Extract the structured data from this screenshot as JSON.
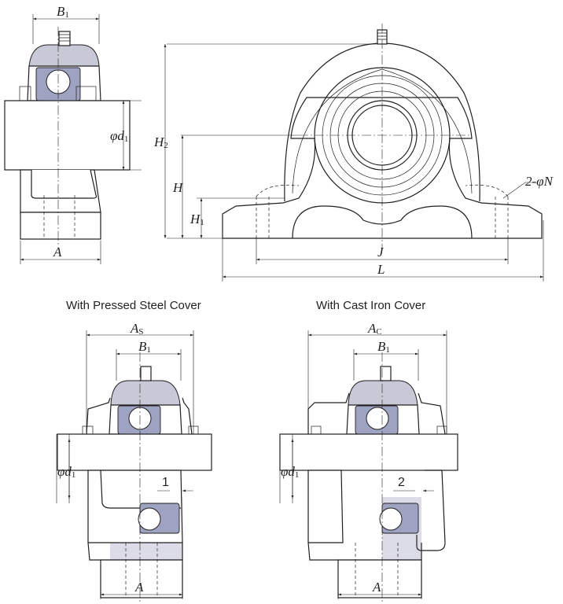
{
  "captions": {
    "pressed_steel": "With Pressed Steel Cover",
    "cast_iron": "With Cast Iron Cover"
  },
  "labels": {
    "B1": "B",
    "B1_sub": "1",
    "A": "A",
    "phi_d1": "φd",
    "phi_d1_sub": "1",
    "H2": "H",
    "H2_sub": "2",
    "H": "H",
    "H1": "H",
    "H1_sub": "1",
    "J": "J",
    "L": "L",
    "N": "2-φN",
    "As": "A",
    "As_sub": "S",
    "Ac": "A",
    "Ac_sub": "C",
    "gap_steel": "1",
    "gap_cast": "2"
  }
}
